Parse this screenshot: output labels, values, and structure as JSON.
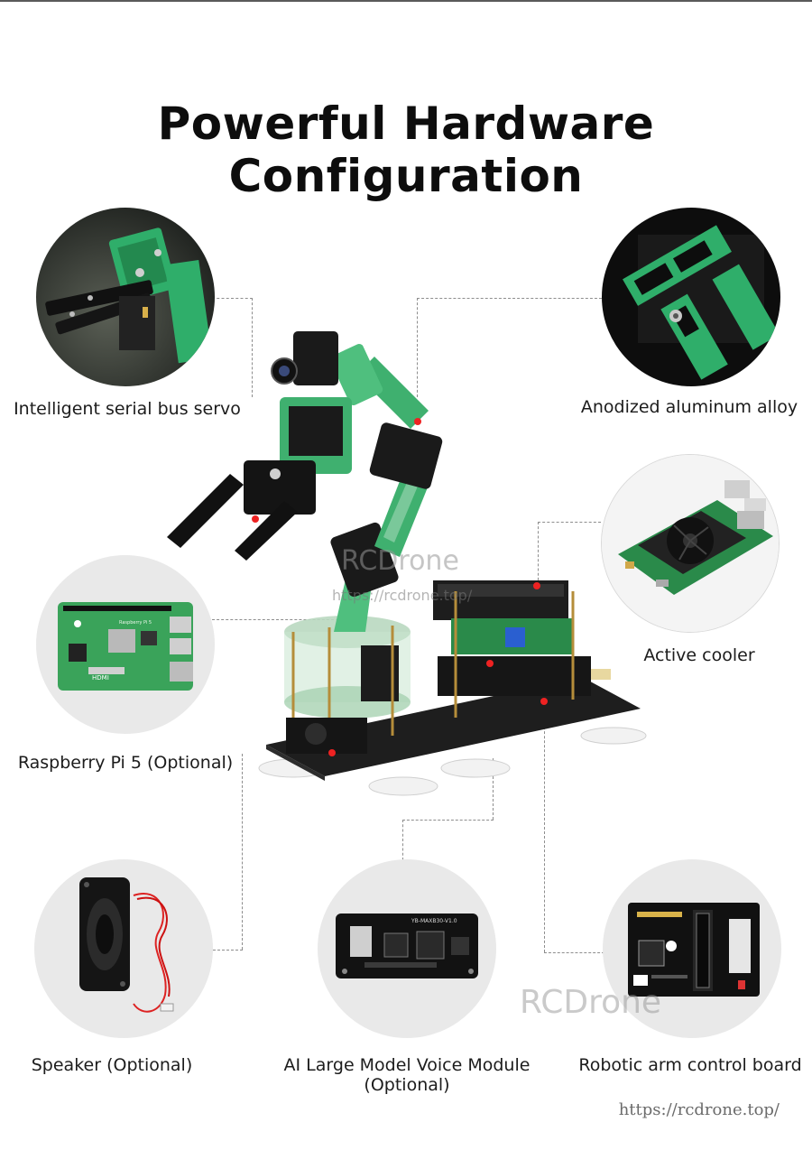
{
  "title": "Powerful Hardware Configuration",
  "features": {
    "servo": "Intelligent serial bus servo",
    "alloy": "Anodized  aluminum alloy",
    "cooler": "Active cooler",
    "raspberry": "Raspberry Pi 5 (Optional)",
    "speaker": "Speaker (Optional)",
    "voice_line1": "AI Large Model Voice Module",
    "voice_line2": "(Optional)",
    "board": "Robotic arm control board"
  },
  "overlay_texts": {
    "rpi_hdmi": "HDMI",
    "rpi_model": "Raspberry Pi 5",
    "voice_board": "YB-MAXB30-V1.0"
  },
  "watermarks": {
    "center": "RCDrone",
    "center_url": "https://rcdrone.top/",
    "bottom": "RCDrone"
  },
  "footer_url": "https://rcdrone.top/",
  "colors": {
    "arm_green": "#2fae6a",
    "dark": "#1b1b1b",
    "pcb_green": "#3a9a55",
    "bg_circle": "#e8e8e8"
  }
}
